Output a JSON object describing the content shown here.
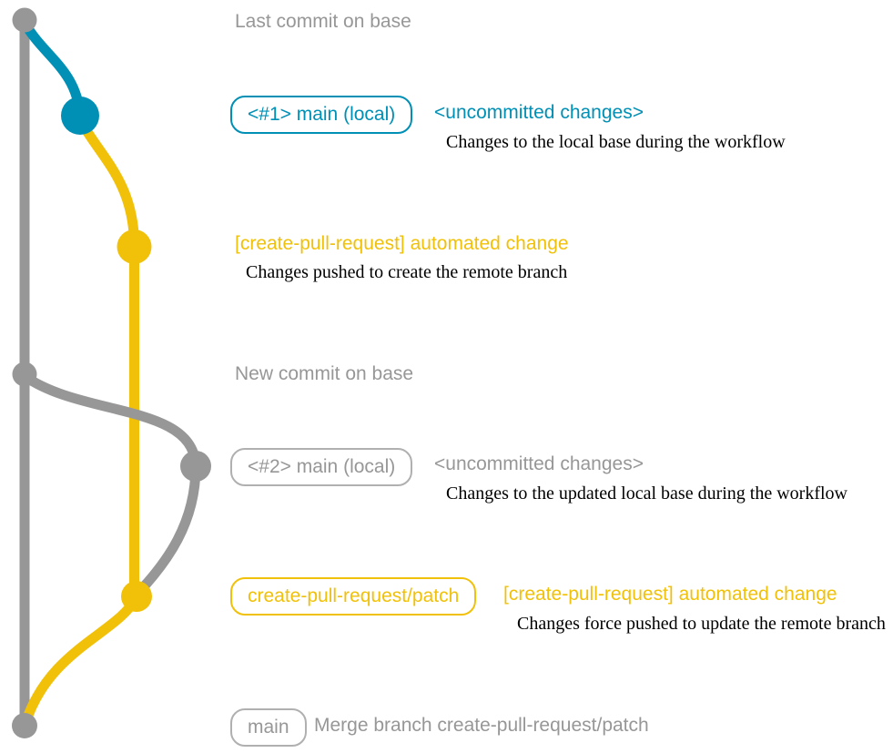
{
  "colors": {
    "gray": "#979797",
    "blue": "#008fb5",
    "yellow": "#f1c109",
    "black": "#000000"
  },
  "graph": {
    "node_colors_top_to_bottom": [
      "gray",
      "blue",
      "yellow",
      "gray",
      "gray",
      "yellow",
      "gray"
    ]
  },
  "rows": {
    "r1": {
      "title": "Last commit on base"
    },
    "r2": {
      "badge": "<#1> main (local)",
      "title": "<uncommitted changes>",
      "desc": "Changes to the local base during the workflow"
    },
    "r3": {
      "title": "[create-pull-request] automated change",
      "desc": "Changes pushed to create the remote branch"
    },
    "r4": {
      "title": "New commit on base"
    },
    "r5": {
      "badge": "<#2> main (local)",
      "title": "<uncommitted changes>",
      "desc": "Changes to the updated local base during the workflow"
    },
    "r6": {
      "badge": "create-pull-request/patch",
      "title": "[create-pull-request] automated change",
      "desc": "Changes force pushed to update the remote branch"
    },
    "r7": {
      "badge": "main",
      "title": "Merge branch create-pull-request/patch"
    }
  }
}
